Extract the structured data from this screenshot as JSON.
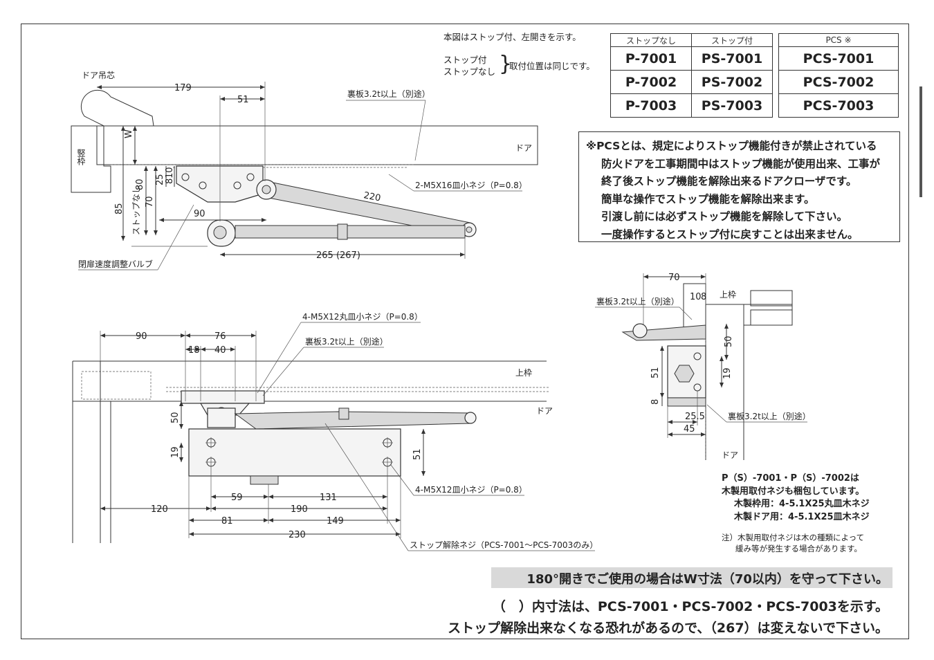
{
  "top_notes": {
    "shown_config": "本図はストップ付、左開きを示す。",
    "stop_with": "ストップ付",
    "stop_without": "ストップなし",
    "same_position": "取付位置は同じです。"
  },
  "model_table": {
    "headers": [
      "ストップなし",
      "ストップ付",
      "PCS ※"
    ],
    "rows": [
      [
        "P-7001",
        "PS-7001",
        "PCS-7001"
      ],
      [
        "P-7002",
        "PS-7002",
        "PCS-7002"
      ],
      [
        "P-7003",
        "PS-7003",
        "PCS-7003"
      ]
    ]
  },
  "pcs_note": {
    "lines": [
      "※PCSとは、規定によりストップ機能付きが禁止されている",
      "防火ドアを工事期間中はストップ機能が使用出来、工事が",
      "終了後ストップ機能を解除出来るドアクローザです。",
      "簡単な操作でストップ機能を解除出来ます。",
      "引渡し前には必ずストップ機能を解除して下さい。",
      "一度操作するとストップ付に戻すことは出来ません。"
    ]
  },
  "top_view": {
    "door_pivot": "ドア吊芯",
    "frame_label": "竪枠",
    "door_label": "ドア",
    "w_label": "W",
    "backing_plate": "裏板3.2t以上（別途）",
    "screw_note": "2-M5X16皿小ネジ（P=0.8）",
    "valve_label": "閉扉速度調整バルブ",
    "stop_none_label": "ストップなし",
    "dims": {
      "d179": "179",
      "d51": "51",
      "d220": "220",
      "d90": "90",
      "d265": "265 (267)",
      "d85": "85",
      "d80": "80",
      "d70": "70",
      "d25": "25",
      "d10": "10",
      "d8": "8"
    }
  },
  "front_view": {
    "top_frame": "上枠",
    "door_label": "ドア",
    "screw_note_top": "4-M5X12丸皿小ネジ（P=0.8）",
    "backing_plate": "裏板3.2t以上（別途）",
    "screw_note_body": "4-M5X12皿小ネジ（P=0.8）",
    "release_screw": "ストップ解除ネジ（PCS-7001〜PCS-7003のみ）",
    "dims": {
      "d90": "90",
      "d76": "76",
      "d18": "18",
      "d40": "40",
      "d50": "50",
      "d19": "19",
      "d51": "51",
      "d59": "59",
      "d131": "131",
      "d120": "120",
      "d190": "190",
      "d81": "81",
      "d149": "149",
      "d230": "230"
    }
  },
  "side_view": {
    "backing_plate_top": "裏板3.2t以上（別途）",
    "backing_plate_bottom": "裏板3.2t以上（別途）",
    "top_frame": "上枠",
    "door_label": "ドア",
    "dims": {
      "d70": "70",
      "d10": "10",
      "d8a": "8",
      "d50": "50",
      "d51": "51",
      "d19": "19",
      "d8b": "8",
      "d25_5": "25.5",
      "d45": "45"
    }
  },
  "wood_note": {
    "lines": [
      "P（S）-7001・P（S）-7002は",
      "木製用取付ネジも梱包しています。",
      "木製枠用：4-5.1X25丸皿木ネジ",
      "木製ドア用：4-5.1X25皿木ネジ"
    ]
  },
  "small_note": {
    "lines": [
      "注）木製用取付ネジは木の種類によって",
      "緩み等が発生する場合があります。"
    ]
  },
  "warning_band": "180°開きでご使用の場合はW寸法（70以内）を守って下さい。",
  "footer": {
    "line1": "（　）内寸法は、PCS-7001・PCS-7002・PCS-7003を示す。",
    "line2": "ストップ解除出来なくなる恐れがあるので、（267）は変えないで下さい。"
  }
}
